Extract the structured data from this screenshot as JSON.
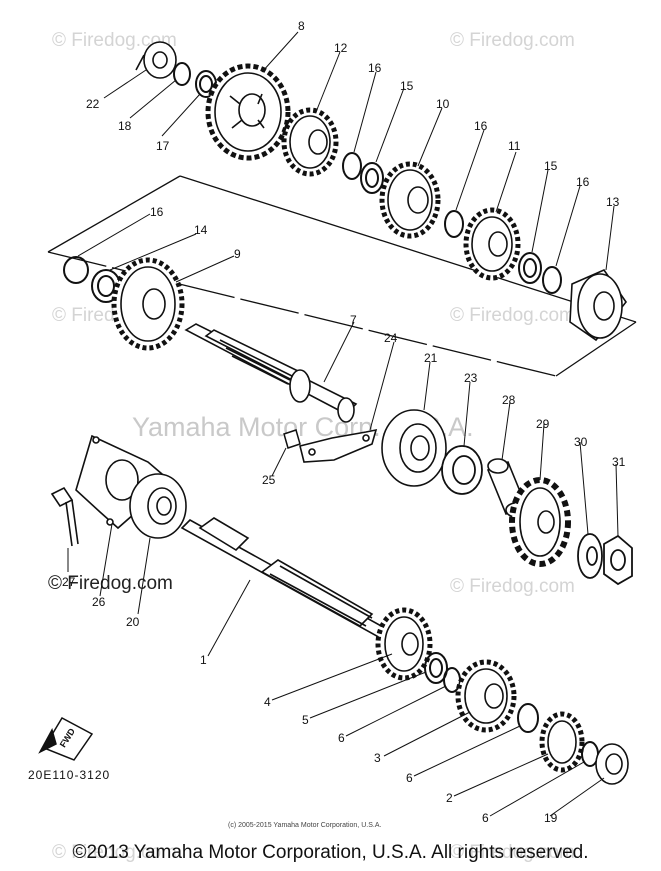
{
  "watermarks": {
    "site": "© Firedog.com",
    "site_alt": "© Firedog.com",
    "brand": "Yamaha Motor Corp., U.S.A."
  },
  "diagram": {
    "part_number": "20E110-3120",
    "fwd_mark": "FWD",
    "labels": [
      "1",
      "2",
      "3",
      "4",
      "5",
      "6",
      "6",
      "6",
      "7",
      "8",
      "9",
      "10",
      "11",
      "12",
      "13",
      "14",
      "15",
      "15",
      "16",
      "16",
      "16",
      "16",
      "17",
      "18",
      "19",
      "20",
      "21",
      "22",
      "23",
      "24",
      "25",
      "26",
      "27",
      "28",
      "29",
      "30",
      "31"
    ],
    "small_copyright": "(c) 2005-2015 Yamaha Motor Corporation, U.S.A."
  },
  "footer": {
    "copyright": "©2013 Yamaha Motor Corporation, U.S.A. All rights reserved."
  }
}
